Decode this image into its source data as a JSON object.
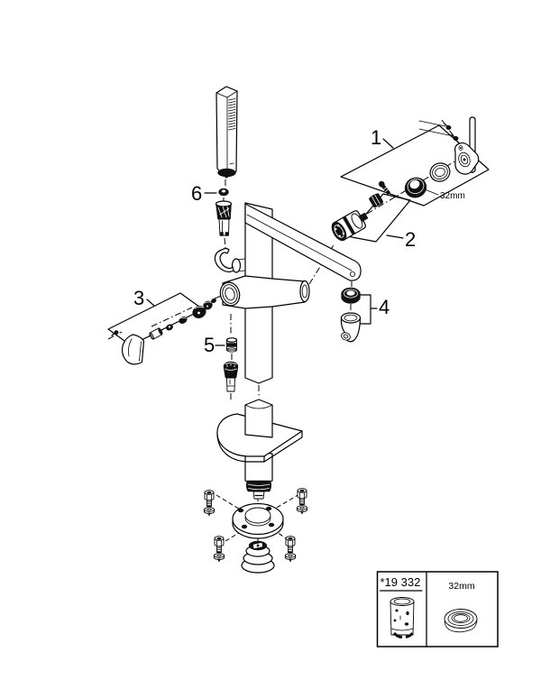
{
  "colors": {
    "line": "#000000",
    "background": "#ffffff",
    "dark_fill": "#111111"
  },
  "callouts": {
    "c1": "1",
    "c2": "2",
    "c3": "3",
    "c4": "4",
    "c5": "5",
    "c6": "6"
  },
  "labels": {
    "seal_size": "32mm"
  },
  "reference_box": {
    "part_number": "*19 332",
    "seal_size": "32mm"
  }
}
